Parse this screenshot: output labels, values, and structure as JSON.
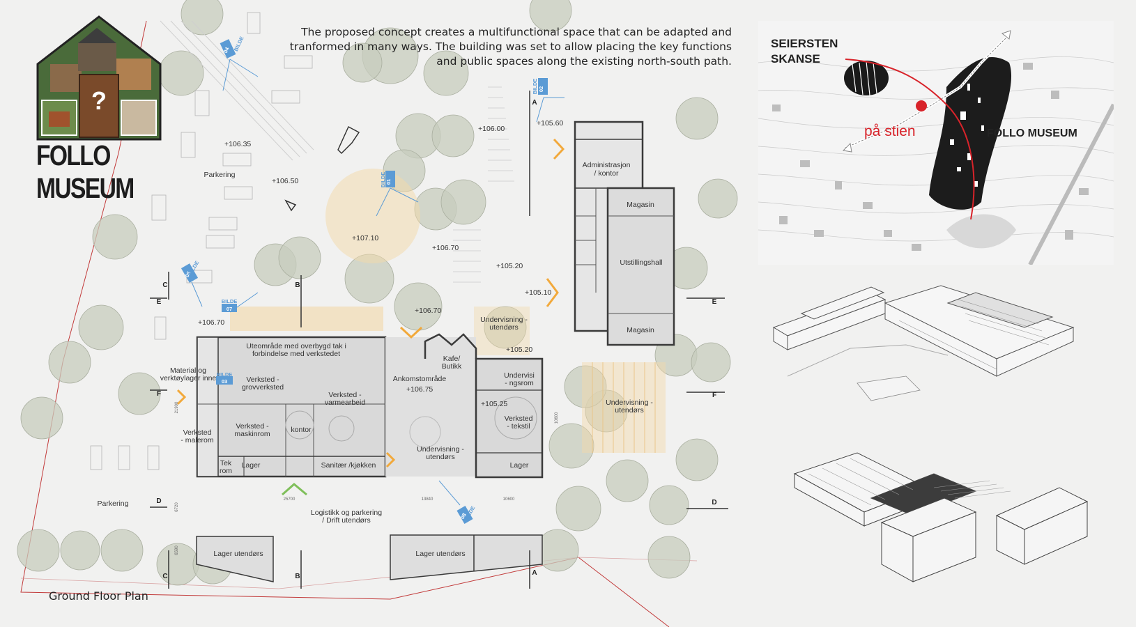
{
  "intro_text": "The proposed concept creates a multifunctional space that can be adapted and tranformed in many ways. The building was set to allow placing the key functions and public spaces along the existing north-south path.",
  "intro_lines": [
    "The proposed concept creates a multifunctional space that can be adapted and",
    "tranformed in many ways. The building was set to allow placing the key functions",
    "and public spaces along the existing north-south path."
  ],
  "logo": {
    "wordmark": "FOLLO MUSEUM",
    "icon": "house-photo-collage-icon"
  },
  "site_map": {
    "label_skanse": [
      "SEIERSTEN",
      "SKANSE"
    ],
    "label_path": "på stien",
    "label_museum": "FOLLO MUSEUM",
    "accent_color": "#d8232a"
  },
  "plan_title": "Ground Floor Plan",
  "plan": {
    "rooms": {
      "admin": [
        "Administrasjon",
        "/ kontor"
      ],
      "magasin_top": "Magasin",
      "utstilling": "Utstillingshall",
      "magasin_bottom": "Magasin",
      "uteomrade": [
        "Uteområde med overbygd tak i",
        "forbindelse med verkstedet"
      ],
      "kafe": [
        "Kafe/",
        "Butikk"
      ],
      "undervisning_out_top": [
        "Undervisning -",
        "utendørs"
      ],
      "undervisningsrom": [
        "Undervisi",
        "- ngsrom"
      ],
      "material": [
        "Material og",
        "verktøylager inne"
      ],
      "verksted_grov": [
        "Verksted -",
        "grovverksted"
      ],
      "verksted_varme": [
        "Verksted -",
        "varmearbeid"
      ],
      "ankomst": "Ankomstområde",
      "verksted_maler": [
        "Verksted",
        "- malerom"
      ],
      "verksted_maskin": [
        "Verksted -",
        "maskinrom"
      ],
      "kontor": "kontor",
      "verksted_tekstil": [
        "Verksted",
        "- tekstil"
      ],
      "undervisning_out_mid": [
        "Undervisning -",
        "utendørs"
      ],
      "undervisning_out_right": [
        "Undervisning -",
        "utendørs"
      ],
      "tek": [
        "Tek",
        "rom"
      ],
      "lager_left": "Lager",
      "sanitaer": "Sanitær /kjøkken",
      "lager_right": "Lager",
      "parkering_top": "Parkering",
      "parkering_bottom": "Parkering",
      "logistikk": [
        "Logistikk og parkering",
        "/ Drift utendørs"
      ],
      "lager_ute_left": "Lager utendørs",
      "lager_ute_right": "Lager utendørs"
    },
    "levels": {
      "l1": "+106.35",
      "l2": "+106.50",
      "l3": "+106.00",
      "l4": "+105.60",
      "l5": "+107.10",
      "l6": "+106.70",
      "l7": "+105.20",
      "l8": "+105.10",
      "l9": "+106.70",
      "l10": "+106.70",
      "l11": "+105.20",
      "l12": "+106.75",
      "l13": "+105.25"
    },
    "photo_tag_word": "BILDE",
    "photo_tags": [
      "01",
      "02",
      "03",
      "04",
      "05",
      "07",
      "08"
    ],
    "section_marks": [
      "A",
      "B",
      "C",
      "D",
      "E",
      "F"
    ],
    "dimensions": [
      "21900",
      "25700",
      "13840",
      "10600",
      "6720",
      "6590",
      "10600"
    ]
  },
  "colors": {
    "tree": "#c9cdc0",
    "building": "#d9d9d9",
    "wall": "#3a3a3a",
    "photo_tag": "#5b9bd5",
    "accent_orange": "#f2a93b",
    "warm_area": "#f3d9a8"
  }
}
